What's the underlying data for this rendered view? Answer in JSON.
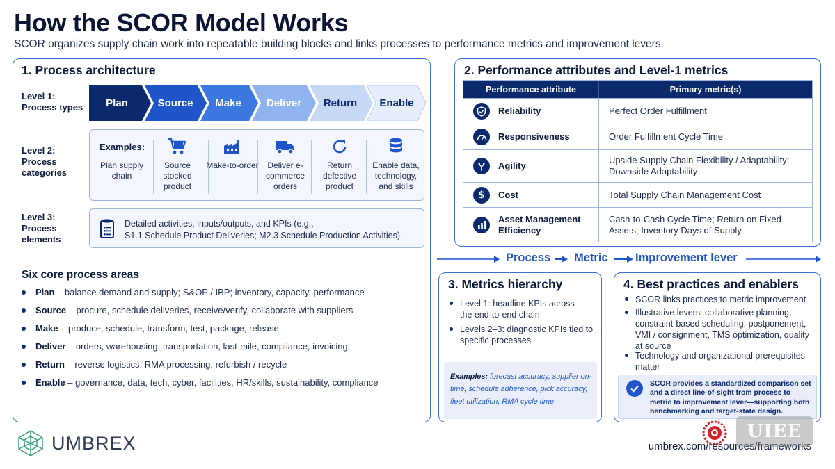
{
  "header": {
    "title": "How the SCOR Model Works",
    "subtitle": "SCOR organizes supply chain work into repeatable building blocks and links processes to performance metrics and improvement levers."
  },
  "process_architecture": {
    "title": "1.  Process architecture",
    "level1": {
      "label": "Level 1: Process types",
      "types": [
        "Plan",
        "Source",
        "Make",
        "Deliver",
        "Return",
        "Enable"
      ],
      "colors": [
        "#0b2a6e",
        "#1f55c9",
        "#3a78e0",
        "#8fb3ee",
        "#c7d8f5",
        "#e6eefb"
      ]
    },
    "level2": {
      "label": "Level 2: Process categories",
      "examples_label": "Examples:",
      "categories": [
        {
          "icon": "cart-icon",
          "text": "Plan supply chain"
        },
        {
          "icon": "cart-icon",
          "text": "Source stocked product"
        },
        {
          "icon": "factory-icon",
          "text": "Make-to-order"
        },
        {
          "icon": "truck-icon",
          "text": "Deliver e-commerce orders"
        },
        {
          "icon": "refresh-icon",
          "text": "Return defective product"
        },
        {
          "icon": "database-icon",
          "text": "Enable data, technology, and skills"
        }
      ]
    },
    "level3": {
      "label": "Level 3: Process elements",
      "icon": "clipboard-icon",
      "text_line1": "Detailed activities, inputs/outputs, and KPIs (e.g.,",
      "text_line2": "S1.1 Schedule Product Deliveries; M2.3 Schedule Production Activities)."
    },
    "core_areas": {
      "title": "Six core process areas",
      "items": [
        {
          "name": "Plan",
          "desc": " – balance demand and supply; S&OP / IBP; inventory, capacity, performance"
        },
        {
          "name": "Source",
          "desc": " – procure, schedule deliveries, receive/verify, collaborate with suppliers"
        },
        {
          "name": "Make",
          "desc": " – produce, schedule, transform, test, package, release"
        },
        {
          "name": "Deliver",
          "desc": " – orders, warehousing, transportation, last-mile, compliance, invoicing"
        },
        {
          "name": "Return",
          "desc": " – reverse logistics, RMA processing, refurbish / recycle"
        },
        {
          "name": "Enable",
          "desc": " – governance, data, tech, cyber, facilities, HR/skills, sustainability, compliance"
        }
      ]
    }
  },
  "performance": {
    "title": "2.  Performance attributes and Level-1 metrics",
    "header_col1": "Performance attribute",
    "header_col2": "Primary metric(s)",
    "rows": [
      {
        "icon": "shield-check-icon",
        "attribute": "Reliability",
        "metric": "Perfect Order Fulfillment"
      },
      {
        "icon": "speedometer-icon",
        "attribute": "Responsiveness",
        "metric": "Order Fulfillment Cycle Time"
      },
      {
        "icon": "branch-arrows-icon",
        "attribute": "Agility",
        "metric": "Upside Supply Chain Flexibility / Adaptability; Downside Adaptability"
      },
      {
        "icon": "dollar-icon",
        "attribute": "Cost",
        "metric": "Total Supply Chain Management Cost"
      },
      {
        "icon": "bar-chart-icon",
        "attribute": "Asset Management Efficiency",
        "metric": "Cash-to-Cash Cycle Time; Return on Fixed Assets; Inventory Days of Supply"
      }
    ]
  },
  "flow": {
    "step1": "Process",
    "step2": "Metric",
    "step3": "Improvement lever"
  },
  "metrics_hierarchy": {
    "title": "3.  Metrics hierarchy",
    "items": [
      "Level 1: headline KPIs across the end-to-end chain",
      "Levels 2–3: diagnostic KPIs tied to specific processes"
    ],
    "examples_label": "Examples:",
    "examples_text": " forecast accuracy, supplier on-time, schedule adherence, pick accuracy, fleet utilization, RMA cycle time"
  },
  "best_practices": {
    "title": "4.  Best practices and enablers",
    "items": [
      "SCOR links practices to metric improvement",
      "Illustrative levers: collaborative planning, constraint-based scheduling, postponement, VMI / consignment, TMS optimization, quality at source",
      "Technology and organizational prerequisites matter"
    ],
    "callout": "SCOR provides a standardized comparison set and a direct line-of-sight from process to metric to improvement lever—supporting both benchmarking and target-state design."
  },
  "footer": {
    "brand": "UMBREX",
    "url": "umbrex.com/resources/frameworks",
    "watermark": "UIEE"
  }
}
